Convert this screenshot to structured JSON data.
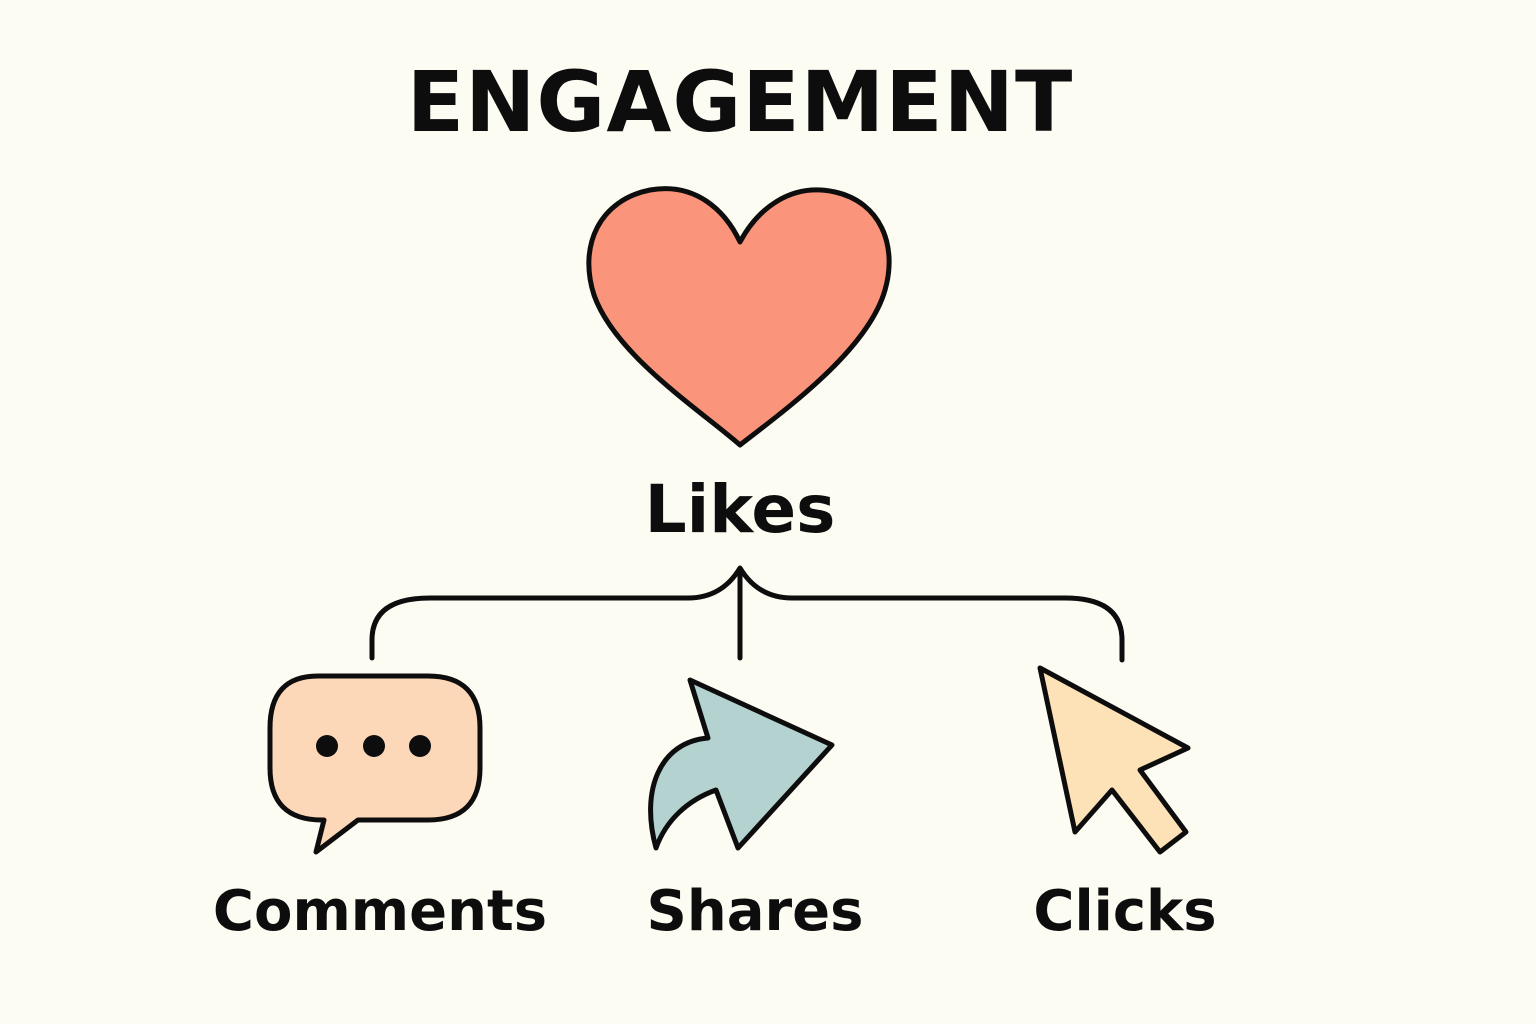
{
  "diagram": {
    "title": "ENGAGEMENT",
    "root": {
      "label": "Likes",
      "icon": "heart-icon",
      "color": "#fa957b"
    },
    "children": [
      {
        "label": "Comments",
        "icon": "speech-bubble-icon",
        "color": "#fcd8b9"
      },
      {
        "label": "Shares",
        "icon": "share-arrow-icon",
        "color": "#b4d3d0"
      },
      {
        "label": "Clicks",
        "icon": "cursor-icon",
        "color": "#fde2b7"
      }
    ],
    "colors": {
      "background": "#fdfcf3",
      "stroke": "#0d0d0d"
    }
  }
}
